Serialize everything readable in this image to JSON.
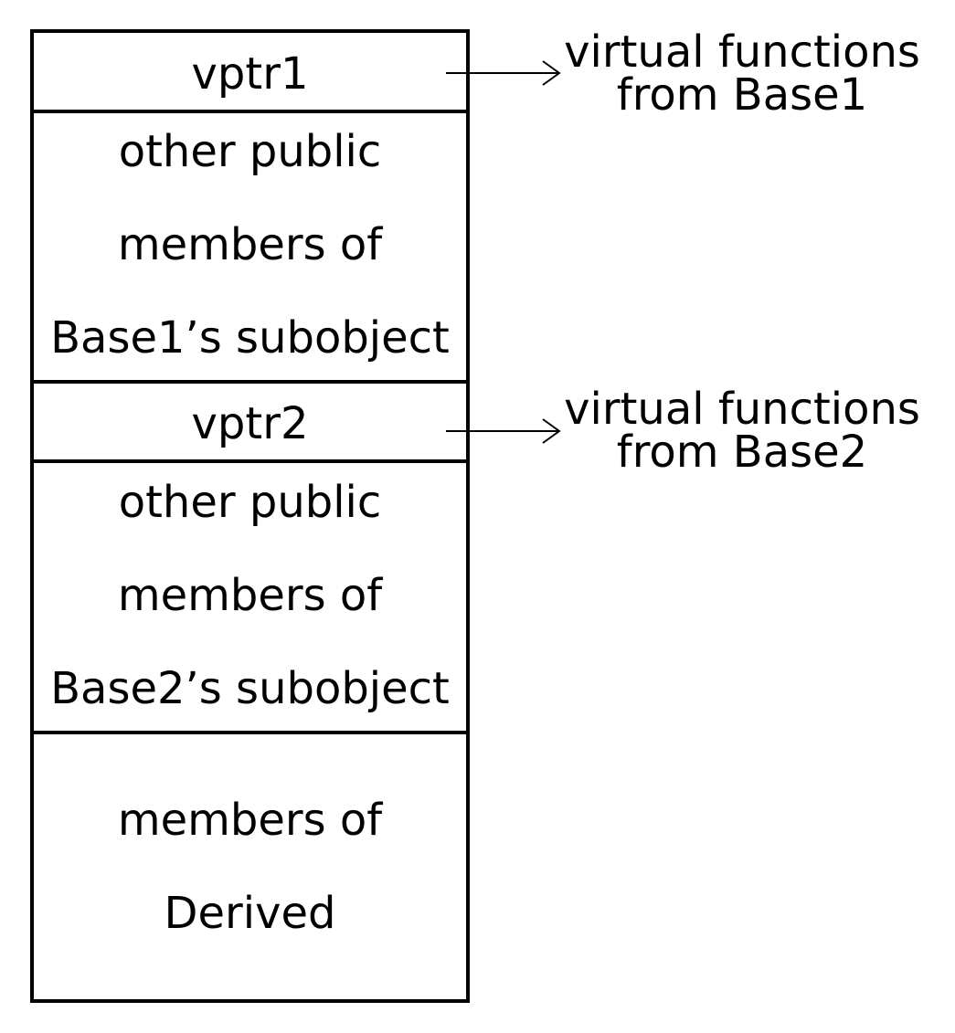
{
  "diagram": {
    "sections": [
      {
        "name": "vptr1",
        "label": "vptr1"
      },
      {
        "name": "base1-members",
        "lines": [
          "other public",
          "members of",
          "Base1’s subobject"
        ]
      },
      {
        "name": "vptr2",
        "label": "vptr2"
      },
      {
        "name": "base2-members",
        "lines": [
          "other public",
          "members of",
          "Base2’s subobject"
        ]
      },
      {
        "name": "derived-members",
        "lines": [
          "members of",
          "Derived"
        ]
      }
    ],
    "arrows": [
      {
        "from": "vptr1",
        "lines": [
          "virtual functions",
          "from Base1"
        ]
      },
      {
        "from": "vptr2",
        "lines": [
          "virtual functions",
          "from Base2"
        ]
      }
    ]
  }
}
